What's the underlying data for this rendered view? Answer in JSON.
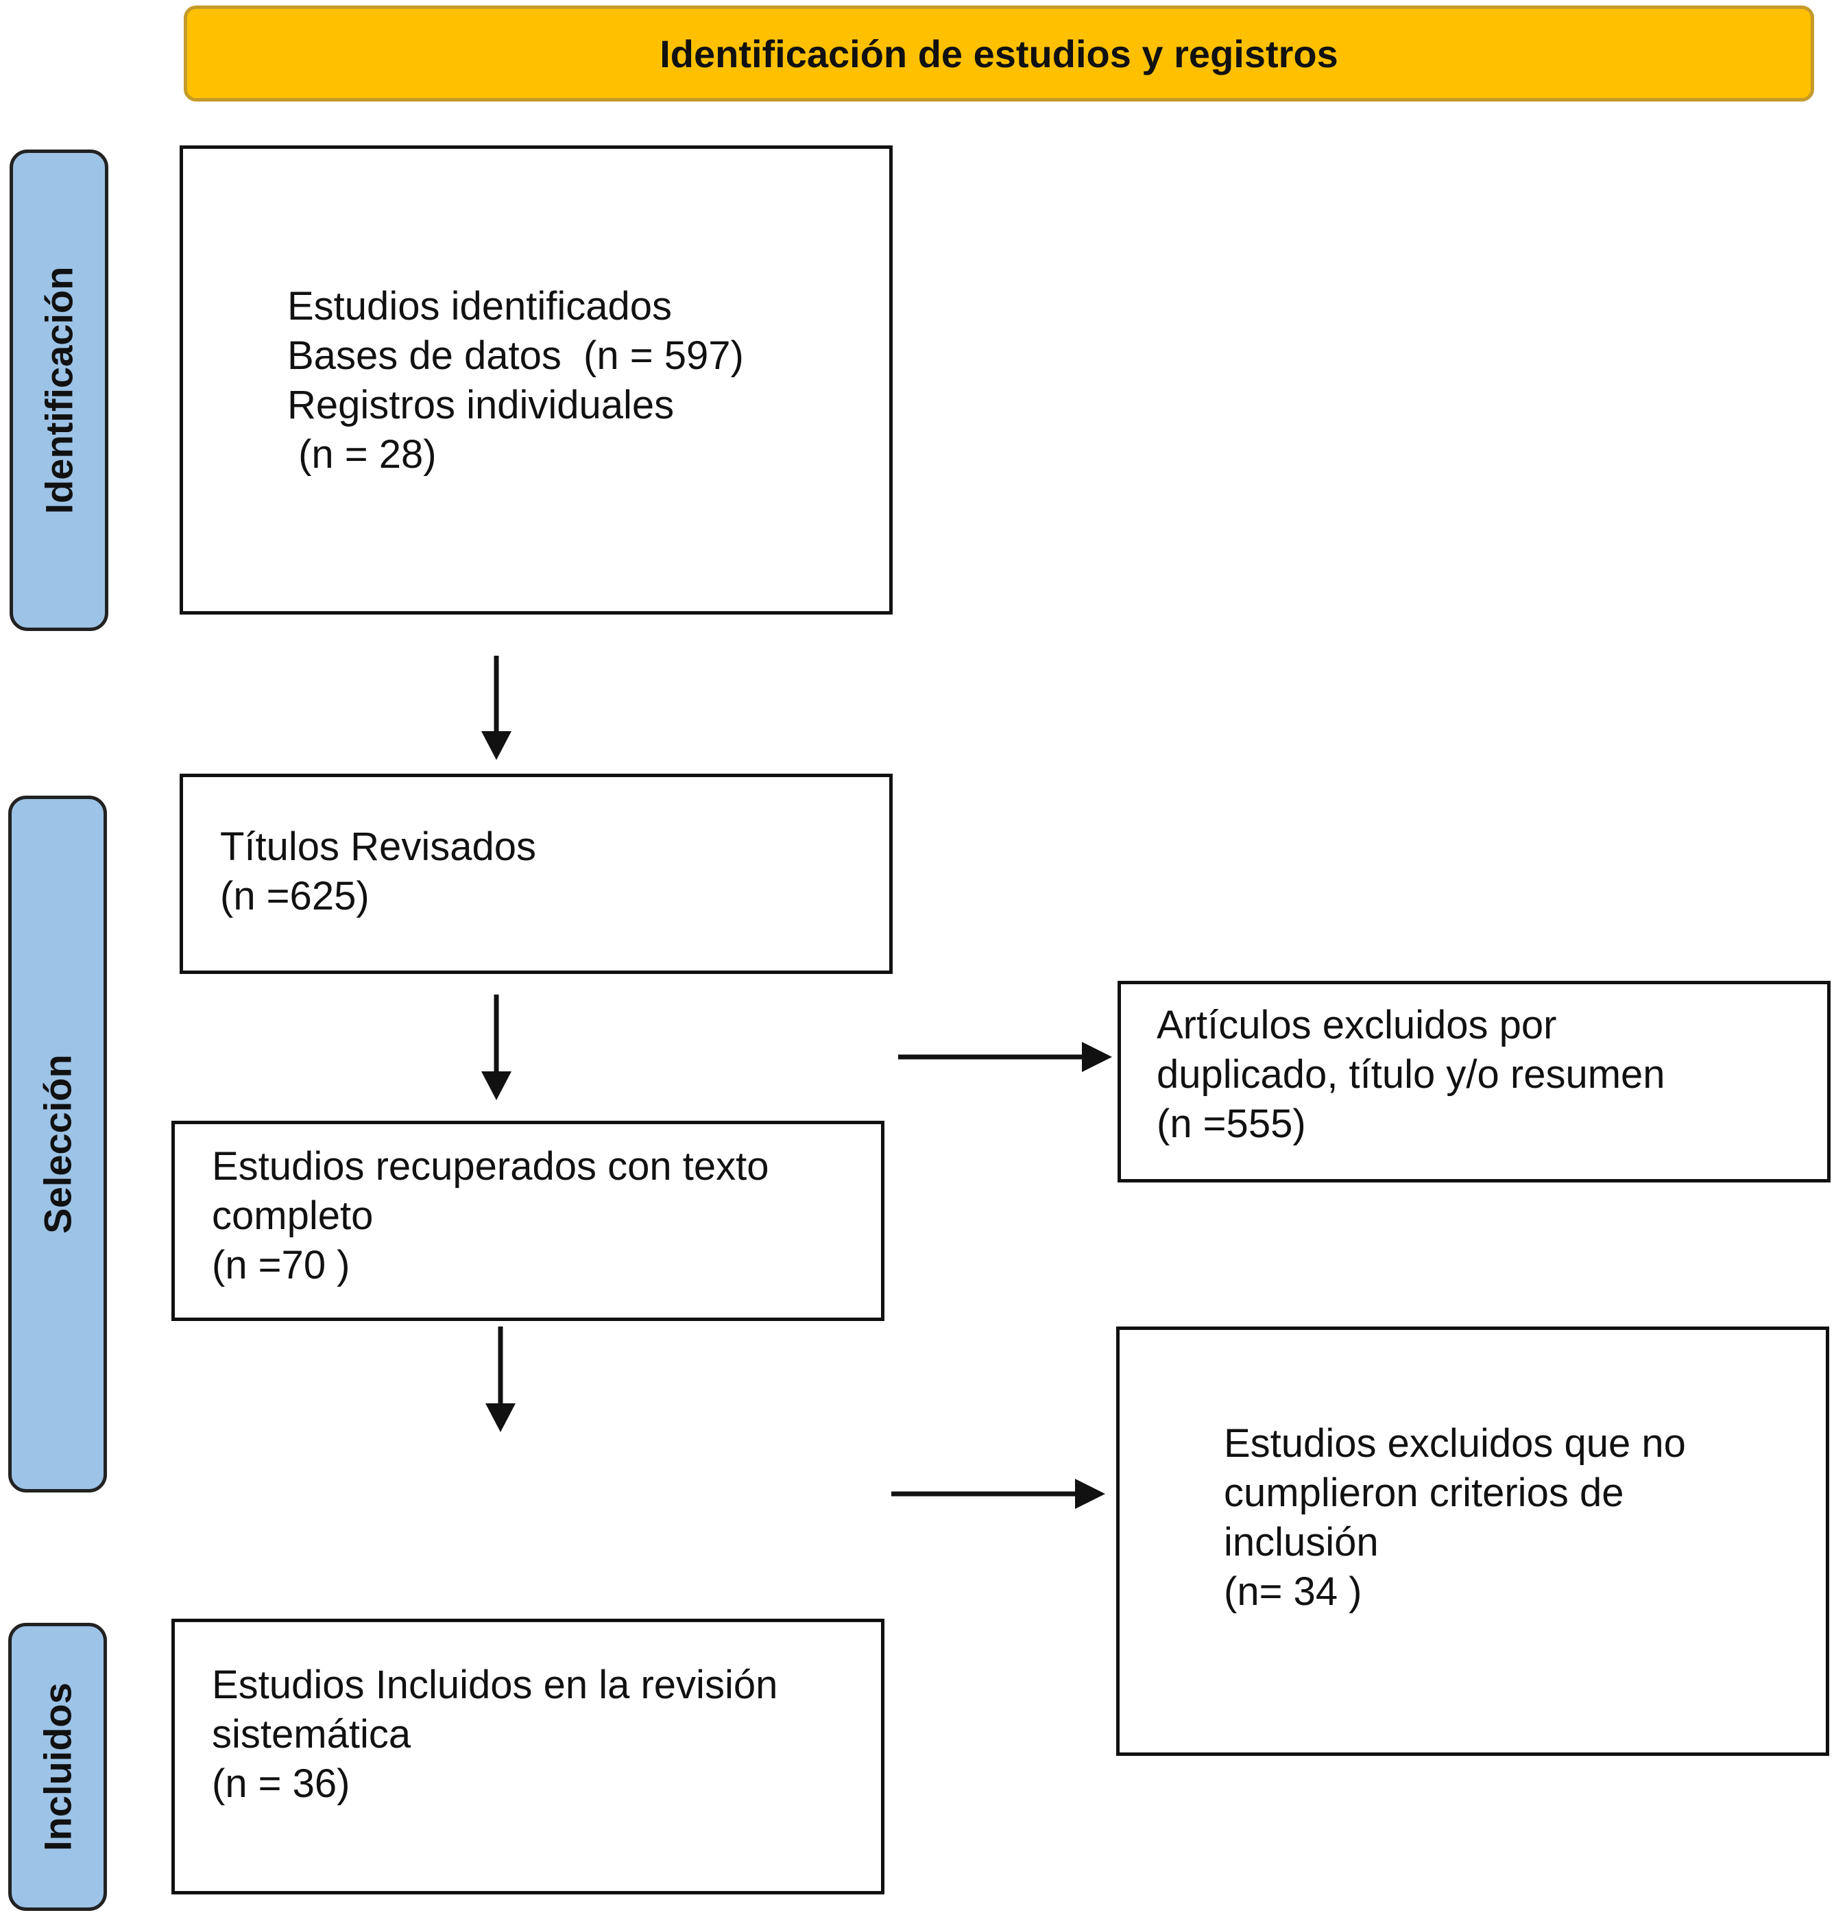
{
  "header": {
    "title": "Identificación de estudios y registros"
  },
  "phases": {
    "identificacion": "Identificación",
    "seleccion": "Selección",
    "incluidos": "Incluidos"
  },
  "boxes": {
    "identificados": {
      "line1": "Estudios identificados",
      "line2": "Bases de datos  (n = 597)",
      "line3": "Registros individuales",
      "line4": " (n = 28)"
    },
    "titulos": {
      "line1": "Títulos Revisados",
      "line2": "(n =625)"
    },
    "recuperados": {
      "line1": "Estudios recuperados con texto",
      "line2": "completo",
      "line3": "(n =70 )"
    },
    "incluidos": {
      "line1": "Estudios Incluidos en la revisión",
      "line2": "sistemática",
      "line3": "(n = 36)"
    },
    "excluidos_duplicado": {
      "line1": "Artículos excluidos por",
      "line2": "duplicado, título y/o resumen",
      "line3": "(n =555)"
    },
    "excluidos_criterios": {
      "line1": "Estudios excluidos que no",
      "line2": "cumplieron criterios de",
      "line3": "inclusión",
      "line4": "(n= 34 )"
    }
  }
}
